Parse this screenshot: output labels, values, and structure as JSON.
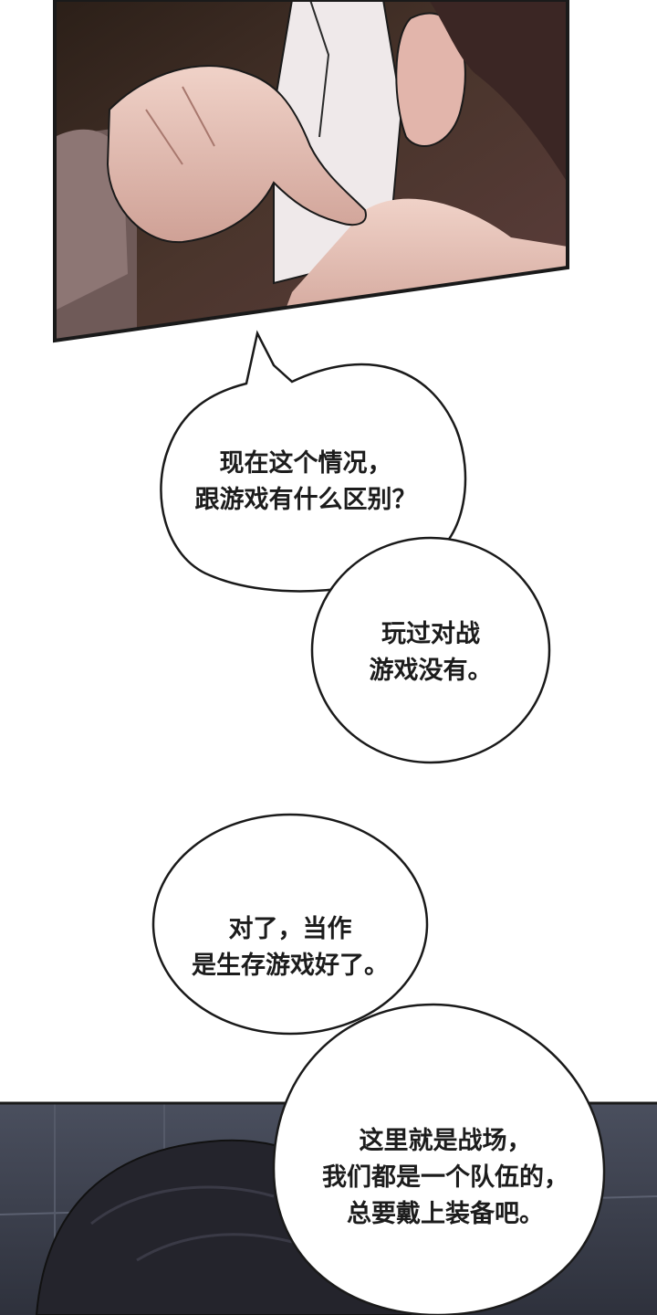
{
  "speech_bubbles": [
    {
      "lines": [
        "现在这个情况，",
        "跟游戏有什么区别？"
      ]
    },
    {
      "lines": [
        "玩过对战",
        "游戏没有。"
      ]
    },
    {
      "lines": [
        "对了，当作",
        "是生存游戏好了。"
      ]
    },
    {
      "lines": [
        "这里就是战场，",
        "我们都是一个队伍的，",
        "总要戴上装备吧。"
      ]
    }
  ],
  "colors": {
    "top_panel_dark": "#3a2a22",
    "skin": "#e6c3b8",
    "shirt": "#f0ecec",
    "bottom_panel_bg": "#3e4250",
    "hair": "#23232c",
    "border": "#1a1a1a"
  }
}
